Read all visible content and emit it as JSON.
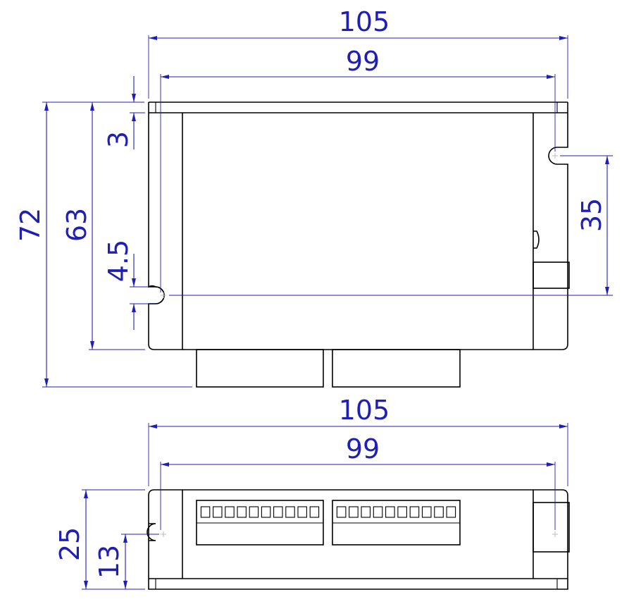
{
  "drawing": {
    "line_color": "#000000",
    "dimension_color": "#1f1fb4",
    "top_view": {
      "dimensions": {
        "overall_width": "105",
        "hole_spacing_horizontal": "99",
        "overall_height": "72",
        "body_height": "63",
        "top_offset": "3",
        "hole_offset": "4.5",
        "hole_spacing_vertical": "35"
      }
    },
    "side_view": {
      "dimensions": {
        "overall_width": "105",
        "hole_spacing_horizontal": "99",
        "overall_height": "25",
        "hole_height": "13"
      },
      "terminal_blocks": [
        {
          "pins": 10
        },
        {
          "pins": 10
        }
      ]
    }
  }
}
